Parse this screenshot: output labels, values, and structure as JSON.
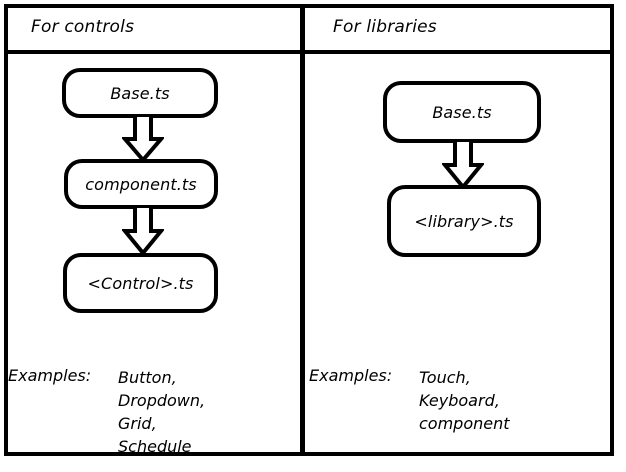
{
  "diagram": {
    "type": "two-panel-inheritance-diagram",
    "background_color": "#ffffff",
    "line_color": "#000000",
    "panels": [
      {
        "id": "controls",
        "title": "For controls",
        "nodes": [
          {
            "id": "l-base",
            "label": "Base.ts"
          },
          {
            "id": "l-component",
            "label": "component.ts"
          },
          {
            "id": "l-control",
            "label": "<Control>.ts"
          }
        ],
        "arrows": [
          {
            "from": "l-base",
            "to": "l-component",
            "style": "block-arrow-down"
          },
          {
            "from": "l-component",
            "to": "l-control",
            "style": "block-arrow-down"
          }
        ],
        "examples": {
          "label": "Examples:",
          "items": [
            "Button,",
            "Dropdown,",
            "Grid,",
            "Schedule"
          ]
        }
      },
      {
        "id": "libraries",
        "title": "For libraries",
        "nodes": [
          {
            "id": "r-base",
            "label": "Base.ts"
          },
          {
            "id": "r-library",
            "label": "<library>.ts"
          }
        ],
        "arrows": [
          {
            "from": "r-base",
            "to": "r-library",
            "style": "block-arrow-down"
          }
        ],
        "examples": {
          "label": "Examples:",
          "items": [
            "Touch,",
            "Keyboard,",
            "component"
          ]
        }
      }
    ]
  }
}
